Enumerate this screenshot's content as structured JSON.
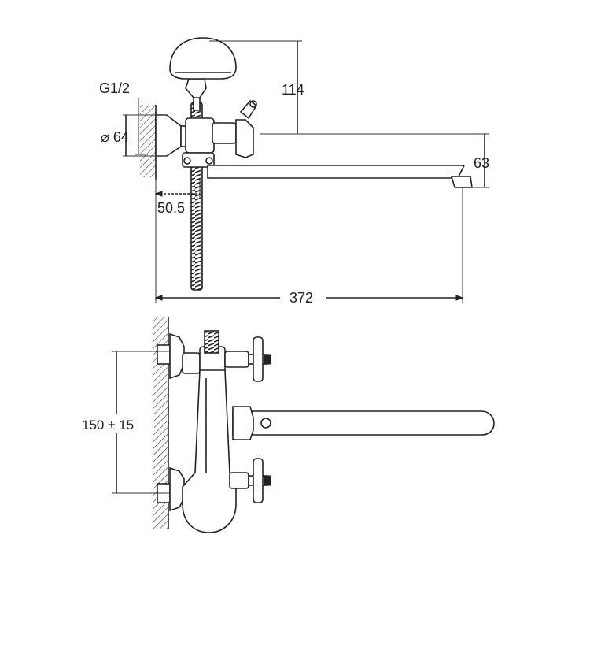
{
  "side_view": {
    "thread_label": "G1/2",
    "flange_dia_label": "⌀ 64",
    "wall_offset_label": "50.5",
    "shower_height_label": "114",
    "spout_drop_label": "63",
    "spout_length_label": "372"
  },
  "top_view": {
    "center_distance_label": "150 ± 15"
  }
}
